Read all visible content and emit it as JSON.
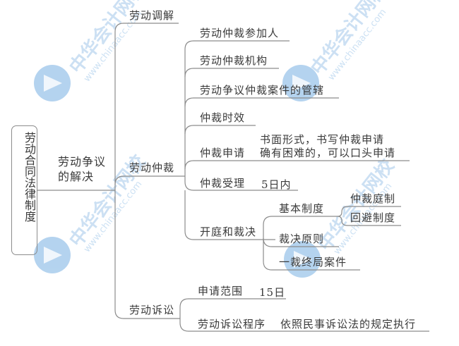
{
  "root": {
    "label": "劳动合同法律制度"
  },
  "level1": {
    "line1": "劳动争议",
    "line2": "的解决"
  },
  "branches": {
    "mediation": {
      "label": "劳动调解"
    },
    "arbitration": {
      "label": "劳动仲裁",
      "children": [
        {
          "label": "劳动仲裁参加人"
        },
        {
          "label": "劳动仲裁机构"
        },
        {
          "label": "劳动争议仲裁案件的管辖"
        },
        {
          "label": "仲裁时效"
        },
        {
          "label": "仲裁申请",
          "note_line1": "书面形式，书写仲裁申请",
          "note_line2": "确有困难的，可以口头申请"
        },
        {
          "label": "仲裁受理",
          "note": "5日内"
        },
        {
          "label": "开庭和裁决",
          "children": [
            {
              "label": "基本制度",
              "children": [
                {
                  "label": "仲裁庭制"
                },
                {
                  "label": "回避制度"
                }
              ]
            },
            {
              "label": "裁决原则"
            },
            {
              "label": "一裁终局案件"
            }
          ]
        }
      ]
    },
    "litigation": {
      "label": "劳动诉讼",
      "children": [
        {
          "label": "申请范围",
          "note": "15日"
        },
        {
          "label": "劳动诉讼程序",
          "note": "依照民事诉讼法的规定执行"
        }
      ]
    }
  },
  "watermark": {
    "text": "中华会计网校",
    "url": "www.chinaacc.com",
    "color": "#9cc5ea"
  },
  "colors": {
    "line": "#8c8c8c",
    "text": "#3a3a3a",
    "background": "#ffffff"
  }
}
